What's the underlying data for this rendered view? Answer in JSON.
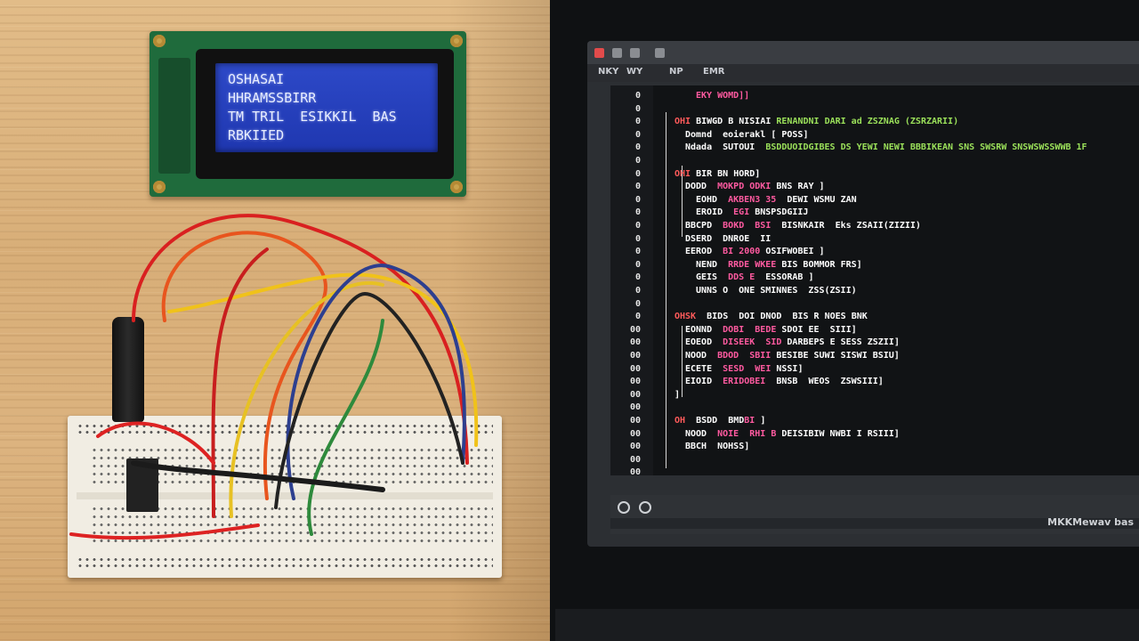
{
  "scene": {
    "left_side": "wooden-desk",
    "right_side": "monitor-with-code-editor"
  },
  "lcd": {
    "lines": [
      "OSHASAI",
      "HHRAMSSBIRR",
      "TM TRIL  ESIKKIL  BAS",
      "RBKIIED"
    ],
    "backlight_color": "#2d49c8",
    "text_color": "#e8eeff"
  },
  "editor": {
    "menu": [
      "NKY",
      "WY",
      "NP",
      "EMR"
    ],
    "status_text": "MKKMewav bas",
    "code_lines": [
      {
        "n": "0",
        "indent": 3,
        "color": "#ff5aa0",
        "text": "EKY WOMD]]"
      },
      {
        "n": "0",
        "indent": 0,
        "color": "#ffffff",
        "text": ""
      },
      {
        "n": "0",
        "indent": 1,
        "color": "#ff5a5a",
        "text": "OHI",
        "rest": [
          {
            "c": "#ffffff",
            "t": " BIWGD B NISIAI "
          },
          {
            "c": "#9be15a",
            "t": "RENANDNI DARI ad ZSZNAG (ZSRZARII)"
          }
        ]
      },
      {
        "n": "0",
        "indent": 2,
        "color": "#ffffff",
        "text": "Domnd  eoierakl [ POSS]"
      },
      {
        "n": "0",
        "indent": 2,
        "color": "#ffffff",
        "text": "Ndada  SUTOUI  ",
        "rest": [
          {
            "c": "#9be15a",
            "t": "BSDDUOIDGIBES DS YEWI NEWI BBBIKEAN SNS SWSRW SNSWSWSSWWB 1F"
          }
        ]
      },
      {
        "n": "0",
        "indent": 0,
        "color": "#ffffff",
        "text": ""
      },
      {
        "n": "0",
        "indent": 1,
        "color": "#ff5a5a",
        "text": "OHI",
        "rest": [
          {
            "c": "#ffffff",
            "t": " BIR BN HORD]"
          }
        ]
      },
      {
        "n": "0",
        "indent": 2,
        "color": "#ffffff",
        "text": "DODD  ",
        "rest": [
          {
            "c": "#ff5aa0",
            "t": "MOKPD ODKI "
          },
          {
            "c": "#ffffff",
            "t": "BNS RAY ]"
          }
        ]
      },
      {
        "n": "0",
        "indent": 3,
        "color": "#ffffff",
        "text": "EOHD  ",
        "rest": [
          {
            "c": "#ff5aa0",
            "t": "AKBEN3 35  "
          },
          {
            "c": "#ffffff",
            "t": "DEWI WSMU ZAN"
          }
        ]
      },
      {
        "n": "0",
        "indent": 3,
        "color": "#ffffff",
        "text": "EROID  ",
        "rest": [
          {
            "c": "#ff5aa0",
            "t": "EGI "
          },
          {
            "c": "#ffffff",
            "t": "BNSPSDGIIJ"
          }
        ]
      },
      {
        "n": "0",
        "indent": 2,
        "color": "#ffffff",
        "text": "BBCPD  ",
        "rest": [
          {
            "c": "#ff5aa0",
            "t": "BOKD  BSI  "
          },
          {
            "c": "#ffffff",
            "t": "BISNKAIR  Eks ZSAII(ZIZII)"
          }
        ]
      },
      {
        "n": "0",
        "indent": 2,
        "color": "#ffffff",
        "text": "DSERD  DNROE  II"
      },
      {
        "n": "0",
        "indent": 2,
        "color": "#ffffff",
        "text": "EEROD  ",
        "rest": [
          {
            "c": "#ff5aa0",
            "t": "BI 2000 "
          },
          {
            "c": "#ffffff",
            "t": "OSIFWOBEI ]"
          }
        ]
      },
      {
        "n": "0",
        "indent": 3,
        "color": "#ffffff",
        "text": "NEND  ",
        "rest": [
          {
            "c": "#ff5aa0",
            "t": "RRDE WKEE "
          },
          {
            "c": "#ffffff",
            "t": "BIS BOMMOR FRS]"
          }
        ]
      },
      {
        "n": "0",
        "indent": 3,
        "color": "#ffffff",
        "text": "GEIS  ",
        "rest": [
          {
            "c": "#ff5aa0",
            "t": "DDS E  "
          },
          {
            "c": "#ffffff",
            "t": "ESSORAB ]"
          }
        ]
      },
      {
        "n": "0",
        "indent": 3,
        "color": "#ffffff",
        "text": "UNNS O  ONE SMINNES  ZSS(ZSII)"
      },
      {
        "n": "0",
        "indent": 0,
        "color": "#ffffff",
        "text": ""
      },
      {
        "n": "0",
        "indent": 1,
        "color": "#ff5a5a",
        "text": "OHSK",
        "rest": [
          {
            "c": "#ffffff",
            "t": "  BIDS  DOI DNOD  "
          },
          {
            "c": "#ffffff",
            "t": "BIS R NOES BNK"
          }
        ]
      },
      {
        "n": "00",
        "indent": 2,
        "color": "#ffffff",
        "text": "EONND  ",
        "rest": [
          {
            "c": "#ff5aa0",
            "t": "DOBI  BEDE "
          },
          {
            "c": "#ffffff",
            "t": "SDOI EE  SIII]"
          }
        ]
      },
      {
        "n": "00",
        "indent": 2,
        "color": "#ffffff",
        "text": "EOEOD  ",
        "rest": [
          {
            "c": "#ff5aa0",
            "t": "DISEEK  SID "
          },
          {
            "c": "#ffffff",
            "t": "DARBEPS E SESS ZSZII]"
          }
        ]
      },
      {
        "n": "00",
        "indent": 2,
        "color": "#ffffff",
        "text": "NOOD  ",
        "rest": [
          {
            "c": "#ff5aa0",
            "t": "BDOD  SBII "
          },
          {
            "c": "#ffffff",
            "t": "BESIBE SUWI SISWI BSIU]"
          }
        ]
      },
      {
        "n": "00",
        "indent": 2,
        "color": "#ffffff",
        "text": "ECETE  ",
        "rest": [
          {
            "c": "#ff5aa0",
            "t": "SESD  WEI "
          },
          {
            "c": "#ffffff",
            "t": "NSSI]"
          }
        ]
      },
      {
        "n": "00",
        "indent": 2,
        "color": "#ffffff",
        "text": "EIOID  ",
        "rest": [
          {
            "c": "#ff5aa0",
            "t": "ERIDOBEI  "
          },
          {
            "c": "#ffffff",
            "t": "BNSB  WEOS  ZSWSIII]"
          }
        ]
      },
      {
        "n": "00",
        "indent": 1,
        "color": "#ffffff",
        "text": "]"
      },
      {
        "n": "00",
        "indent": 0,
        "color": "#ffffff",
        "text": ""
      },
      {
        "n": "00",
        "indent": 1,
        "color": "#ff5a5a",
        "text": "OH",
        "rest": [
          {
            "c": "#ffffff",
            "t": "  BSDD  BMD"
          },
          {
            "c": "#ff5aa0",
            "t": "BI"
          },
          {
            "c": "#ffffff",
            "t": " ]"
          }
        ]
      },
      {
        "n": "00",
        "indent": 2,
        "color": "#ffffff",
        "text": "NOOD  ",
        "rest": [
          {
            "c": "#ff5aa0",
            "t": "NOIE  RHI B "
          },
          {
            "c": "#ffffff",
            "t": "DEISIBIW NWBI I RSIII]"
          }
        ]
      },
      {
        "n": "00",
        "indent": 2,
        "color": "#ffffff",
        "text": "BBCH  NOHSS]"
      },
      {
        "n": "00",
        "indent": 0,
        "color": "#ffffff",
        "text": ""
      },
      {
        "n": "00",
        "indent": 0,
        "color": "#ffffff",
        "text": ""
      }
    ]
  }
}
